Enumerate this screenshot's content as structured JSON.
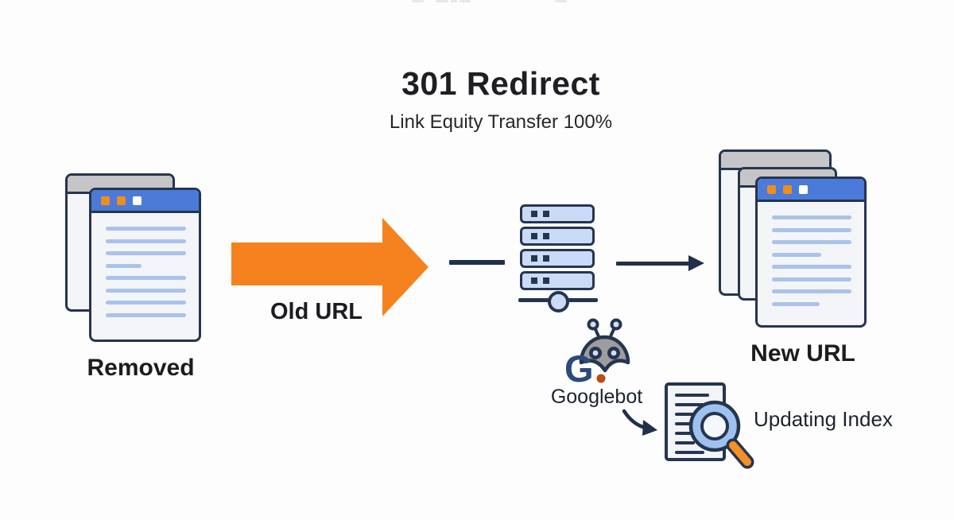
{
  "header": {
    "title": "301 Redirect",
    "subtitle": "Link Equity Transfer 100%"
  },
  "nodes": {
    "removed": {
      "label": "Removed"
    },
    "old_url": {
      "label": "Old URL"
    },
    "new_url": {
      "label": "New URL"
    },
    "googlebot": {
      "label": "Googlebot",
      "letter_mark": "G"
    },
    "updating_index": {
      "label": "Updating Index"
    }
  },
  "icons": {
    "left_stack": "stacked-browser-windows",
    "server": "server-rack",
    "right_stack": "stacked-browser-windows",
    "googlebot": "robot-head-with-g-mark",
    "index": "document-with-magnifier"
  },
  "windows": {
    "left_front_lines": [
      1,
      1,
      1,
      0.45,
      1,
      1,
      1,
      1
    ],
    "right_front_lines": [
      1,
      1,
      1,
      0.62,
      1,
      1,
      1,
      0.6
    ]
  },
  "colors": {
    "accent_orange": "#f5821f",
    "navy_outline": "#26354f",
    "titlebar_blue": "#4b7ad8",
    "titlebar_gray": "#c6c6c8",
    "content_line_blue": "#a9c3ea",
    "server_fill": "#c9dbf6",
    "robot_gray": "#9d9d9d",
    "g_navy": "#2b4a7d",
    "g_dot_orange": "#bf4a12",
    "handle_orange": "#f49026",
    "text_dark": "#1b1c1f"
  }
}
